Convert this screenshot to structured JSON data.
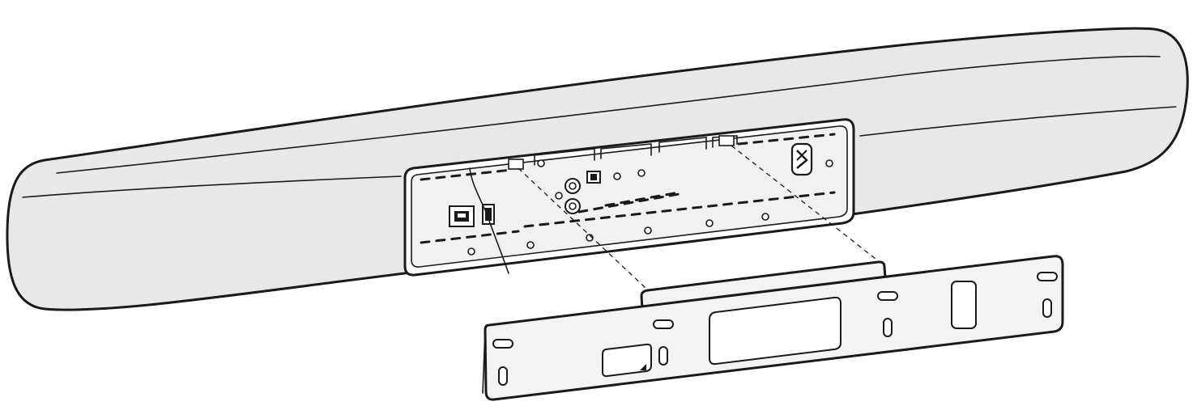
{
  "figure": {
    "colors": {
      "body_fill": "#e8e8e8",
      "panel_fill": "#f1f1f1",
      "bracket_fill": "#f3f3f3",
      "outline": "#1a1a1a"
    },
    "icons": [
      "soundbar-body",
      "rear-connector-panel",
      "wall-mount-bracket",
      "mounting-guide-lines",
      "screw-icon"
    ]
  }
}
